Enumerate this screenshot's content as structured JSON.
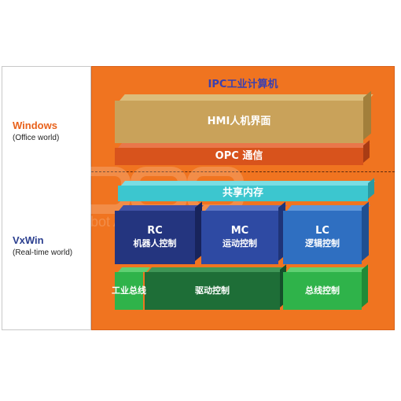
{
  "title": "IPC工业计算机",
  "os": [
    {
      "name": "Windows",
      "sub": "(Office world)",
      "color": "#e8621c"
    },
    {
      "name": "VxWin",
      "sub": "(Real-time world)",
      "color": "#2b3f8f"
    }
  ],
  "blocks": {
    "hmi": "HMI人机界面",
    "opc": "OPC 通信",
    "shared_memory": "共享内存",
    "rc": {
      "abbr": "RC",
      "name": "机器人控制"
    },
    "mc": {
      "abbr": "MC",
      "name": "运动控制"
    },
    "lc": {
      "abbr": "LC",
      "name": "逻辑控制"
    },
    "industrial_bus": "工业总线",
    "drive_control": "驱动控制",
    "bus_control": "总线控制"
  },
  "watermark": "Robot Automation",
  "colors": {
    "ipc_bg": "#f07420",
    "hmi": "#c9a25a",
    "opc": "#d8531c",
    "shared_memory": "#3cc6cf",
    "rc": "#24357f",
    "mc": "#2e4aa3",
    "lc": "#2f6fc1",
    "green_light": "#2fb34a",
    "green_dark": "#1e6e37"
  }
}
